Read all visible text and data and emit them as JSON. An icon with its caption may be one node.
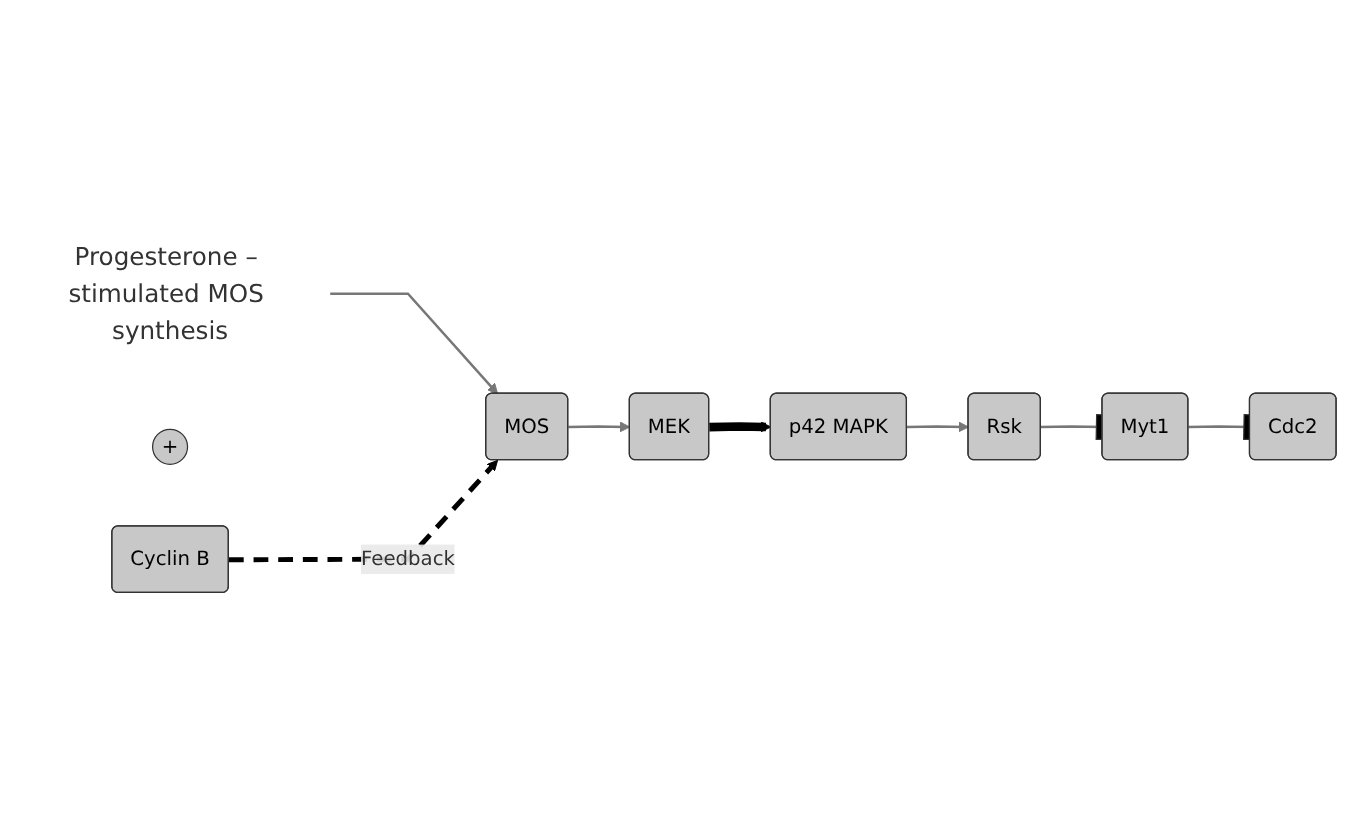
{
  "diagram": {
    "nodes": [
      {
        "text": [
          "Progesterone – stimulated MOS synthesis"
        ]
      },
      {
        "text": [
          "+"
        ]
      },
      {
        "text": [
          "MOS"
        ]
      },
      {
        "text": [
          "MEK"
        ]
      },
      {
        "text": [
          "p42 MAPK"
        ]
      },
      {
        "text": [
          "Rsk"
        ]
      },
      {
        "text": [
          "Myt1"
        ]
      },
      {
        "text": [
          "Cdc2"
        ]
      },
      {
        "text": [
          "Cyclin B"
        ]
      }
    ],
    "edges": [
      {
        "from": 0,
        "to": 2,
        "arrow": "to"
      },
      {
        "from": 2,
        "to": 3,
        "arrow": "to"
      },
      {
        "from": 3,
        "to": 4,
        "arrow": "to",
        "style": "thick",
        "color": "#000000"
      },
      {
        "from": 4,
        "to": 5,
        "arrow": "to"
      },
      {
        "from": 5,
        "to": 6,
        "arrow": "other"
      },
      {
        "from": 6,
        "to": 7,
        "arrow": "other"
      },
      {
        "from": 8,
        "to": 2,
        "arrow": "to",
        "style": "dashed",
        "color": "#000000",
        "label": "Feedback"
      }
    ]
  }
}
